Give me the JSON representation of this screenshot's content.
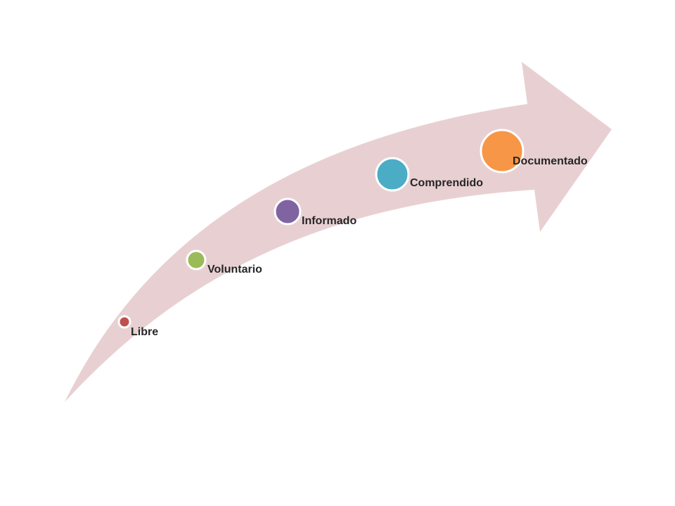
{
  "colors": {
    "arrow": "#e8d0d2",
    "marker_border": "#ffffff"
  },
  "steps": [
    {
      "label": "Libre",
      "color": "#c0504d",
      "icon": "dot"
    },
    {
      "label": "Voluntario",
      "color": "#9bbb59",
      "icon": "dot"
    },
    {
      "label": "Informado",
      "color": "#8064a2",
      "icon": "dot"
    },
    {
      "label": "Comprendido",
      "color": "#4bacc6",
      "icon": "dot"
    },
    {
      "label": "Documentado",
      "color": "#f79646",
      "icon": "dot"
    }
  ]
}
